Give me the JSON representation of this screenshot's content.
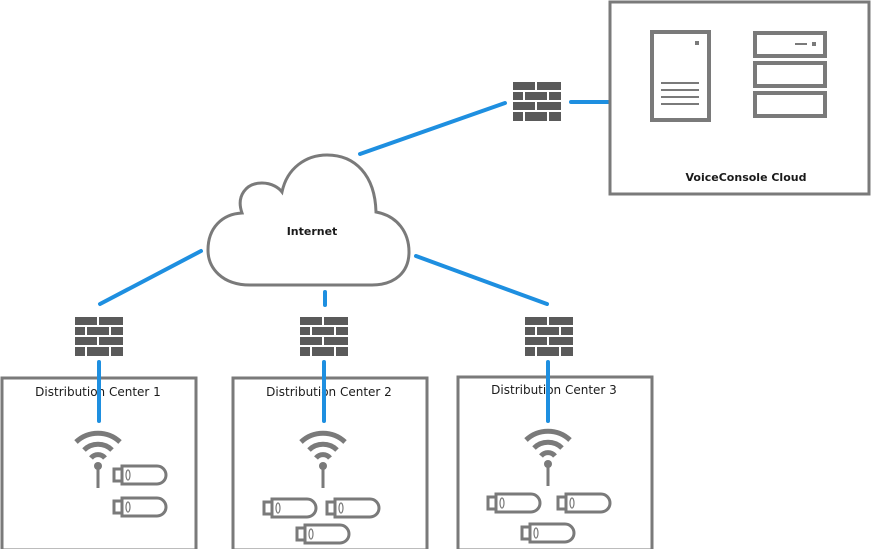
{
  "colors": {
    "link": "#1e8fe0",
    "outline": "#7a7a7a",
    "firewall": "#5a5a5a",
    "text": "#1a1a1a"
  },
  "cloud_site": {
    "label": "VoiceConsole Cloud",
    "icons": [
      "tower-server-icon",
      "rack-server-icon"
    ]
  },
  "internet": {
    "label": "Internet",
    "icon": "cloud-icon"
  },
  "firewalls": [
    {
      "id": "firewall-cloud",
      "icon": "firewall-icon"
    },
    {
      "id": "firewall-dc1",
      "icon": "firewall-icon"
    },
    {
      "id": "firewall-dc2",
      "icon": "firewall-icon"
    },
    {
      "id": "firewall-dc3",
      "icon": "firewall-icon"
    }
  ],
  "sites": [
    {
      "label": "Distribution Center 1",
      "access_points": 1,
      "devices": 2
    },
    {
      "label": "Distribution Center 2",
      "access_points": 1,
      "devices": 3
    },
    {
      "label": "Distribution Center 3",
      "access_points": 1,
      "devices": 3
    }
  ],
  "links": [
    {
      "from": "internet",
      "to": "firewall-cloud"
    },
    {
      "from": "firewall-cloud",
      "to": "cloud_site"
    },
    {
      "from": "internet",
      "to": "firewall-dc1"
    },
    {
      "from": "internet",
      "to": "firewall-dc2"
    },
    {
      "from": "internet",
      "to": "firewall-dc3"
    },
    {
      "from": "firewall-dc1",
      "to": "Distribution Center 1"
    },
    {
      "from": "firewall-dc2",
      "to": "Distribution Center 2"
    },
    {
      "from": "firewall-dc3",
      "to": "Distribution Center 3"
    }
  ]
}
